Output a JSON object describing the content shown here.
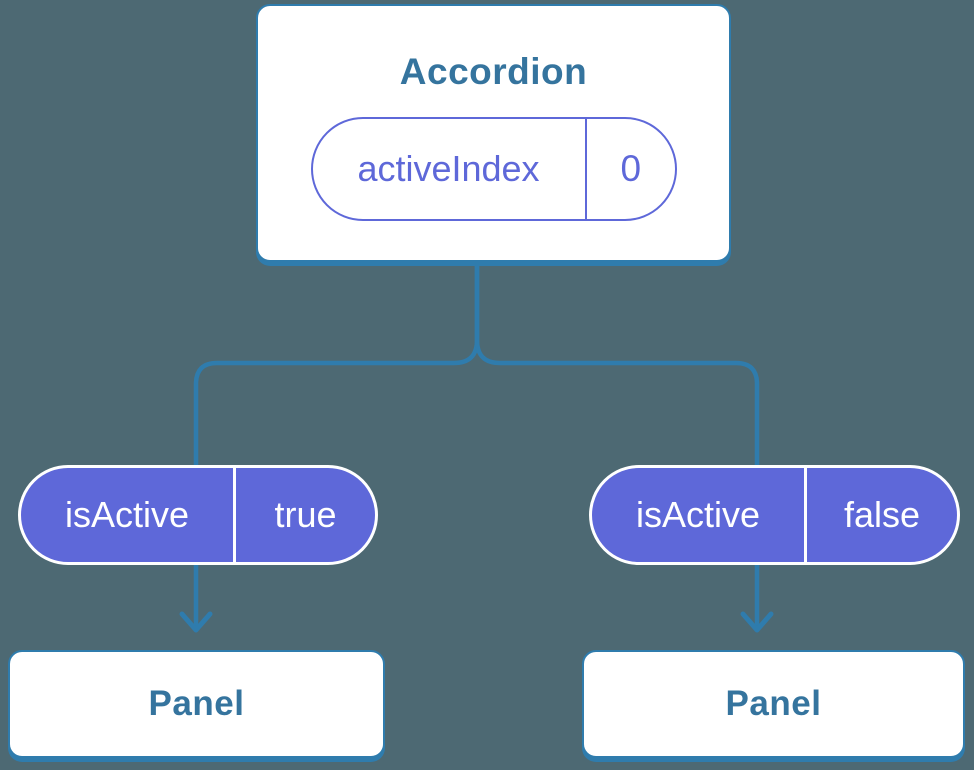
{
  "diagram": {
    "description": "React component tree: Accordion parent passing isActive props to two Panel children",
    "colors": {
      "background": "#4D6973",
      "connector": "#2F7CAD",
      "heading_text": "#35749E",
      "purple_accent": "#5E68D9",
      "card_background": "#FFFFFF"
    },
    "accordion": {
      "title": "Accordion",
      "state_pill": {
        "label": "activeIndex",
        "value": "0"
      }
    },
    "children": [
      {
        "prop_pill": {
          "label": "isActive",
          "value": "true"
        },
        "node": "Panel"
      },
      {
        "prop_pill": {
          "label": "isActive",
          "value": "false"
        },
        "node": "Panel"
      }
    ]
  }
}
